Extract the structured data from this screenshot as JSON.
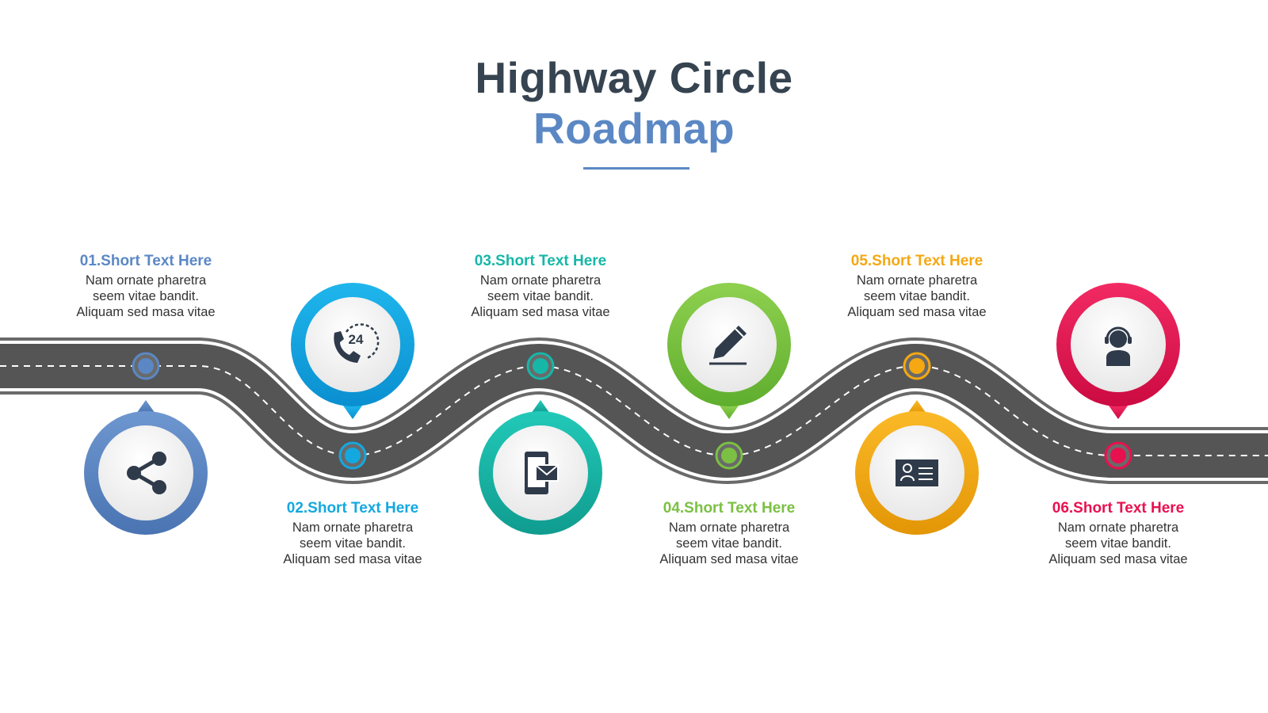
{
  "title": {
    "line1": "Highway Circle",
    "line2": "Roadmap"
  },
  "steps": [
    {
      "num": "01.",
      "heading": "Short Text Here",
      "line1": "Nam ornate pharetra",
      "line2": "seem vitae bandit.",
      "line3": "Aliquam sed masa vitae",
      "color": "#5b88c4",
      "icon": "share-icon"
    },
    {
      "num": "02.",
      "heading": "Short Text Here",
      "line1": "Nam ornate pharetra",
      "line2": "seem vitae bandit.",
      "line3": "Aliquam sed masa vitae",
      "color": "#14a8e0",
      "icon": "phone-24-icon"
    },
    {
      "num": "03.",
      "heading": "Short Text Here",
      "line1": "Nam ornate pharetra",
      "line2": "seem vitae bandit.",
      "line3": "Aliquam sed masa vitae",
      "color": "#16b7a8",
      "icon": "mobile-mail-icon"
    },
    {
      "num": "04.",
      "heading": "Short Text Here",
      "line1": "Nam ornate pharetra",
      "line2": "seem vitae bandit.",
      "line3": "Aliquam sed masa vitae",
      "color": "#7bc043",
      "icon": "pencil-icon"
    },
    {
      "num": "05.",
      "heading": "Short Text Here",
      "line1": "Nam ornate pharetra",
      "line2": "seem vitae bandit.",
      "line3": "Aliquam sed masa vitae",
      "color": "#f5a812",
      "icon": "id-card-icon"
    },
    {
      "num": "06.",
      "heading": "Short Text Here",
      "line1": "Nam ornate pharetra",
      "line2": "seem vitae bandit.",
      "line3": "Aliquam sed masa vitae",
      "color": "#e8114f",
      "icon": "support-agent-icon"
    }
  ]
}
